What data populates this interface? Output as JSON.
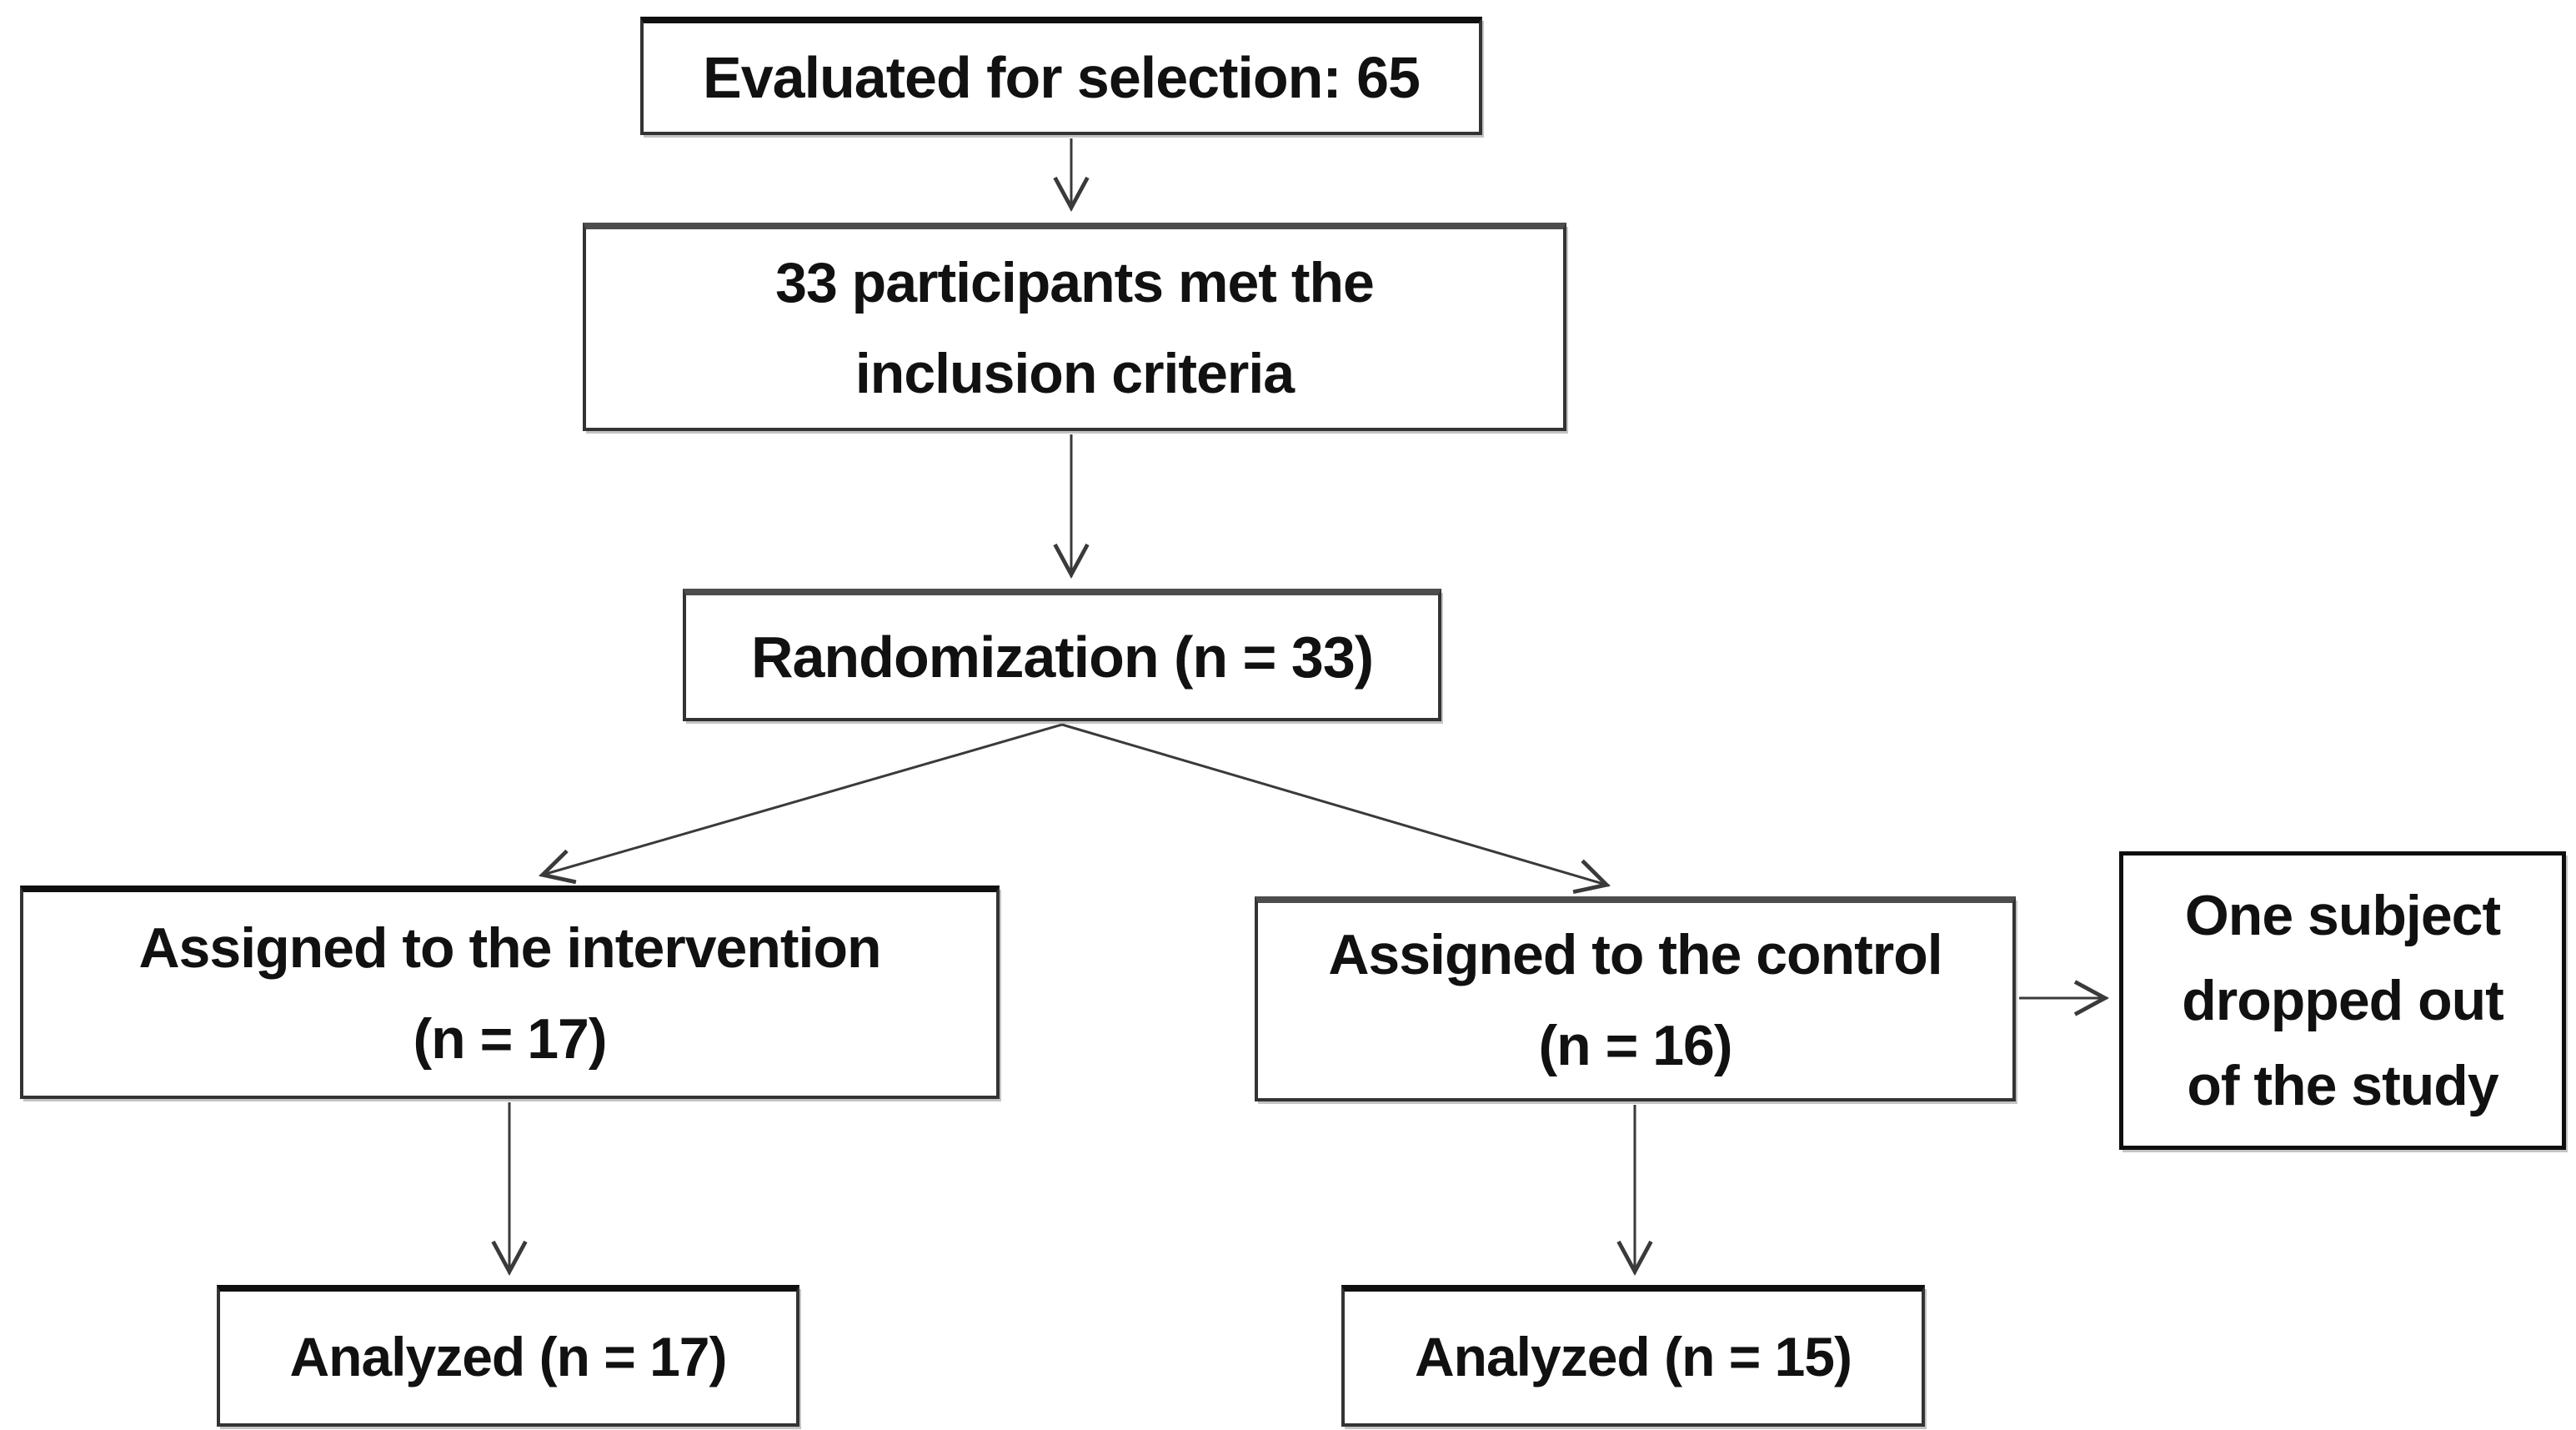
{
  "diagram": {
    "type": "participant-flow-chart",
    "nodes": {
      "evaluated": {
        "lines": [
          "Evaluated for selection: 65"
        ],
        "n": 65
      },
      "inclusion": {
        "lines": [
          "33 participants met the",
          "inclusion criteria"
        ],
        "n": 33
      },
      "randomization": {
        "lines": [
          "Randomization (n = 33)"
        ],
        "n": 33
      },
      "intervention": {
        "lines": [
          "Assigned to the intervention",
          "(n = 17)"
        ],
        "n": 17
      },
      "control": {
        "lines": [
          "Assigned to the control",
          "(n = 16)"
        ],
        "n": 16
      },
      "dropout": {
        "lines": [
          "One subject",
          "dropped out",
          "of the study"
        ],
        "n": 1
      },
      "analyzed_intervention": {
        "lines": [
          "Analyzed (n = 17)"
        ],
        "n": 17
      },
      "analyzed_control": {
        "lines": [
          "Analyzed (n = 15)"
        ],
        "n": 15
      }
    },
    "edges": [
      {
        "from": "evaluated",
        "to": "inclusion"
      },
      {
        "from": "inclusion",
        "to": "randomization"
      },
      {
        "from": "randomization",
        "to": "intervention"
      },
      {
        "from": "randomization",
        "to": "control"
      },
      {
        "from": "control",
        "to": "dropout"
      },
      {
        "from": "intervention",
        "to": "analyzed_intervention"
      },
      {
        "from": "control",
        "to": "analyzed_control"
      }
    ]
  },
  "colors": {
    "background": "#ffffff",
    "border-dark": "#0f0f0f",
    "border-mid": "#333333",
    "arrow": "#3a3a3a",
    "text": "#111111"
  }
}
